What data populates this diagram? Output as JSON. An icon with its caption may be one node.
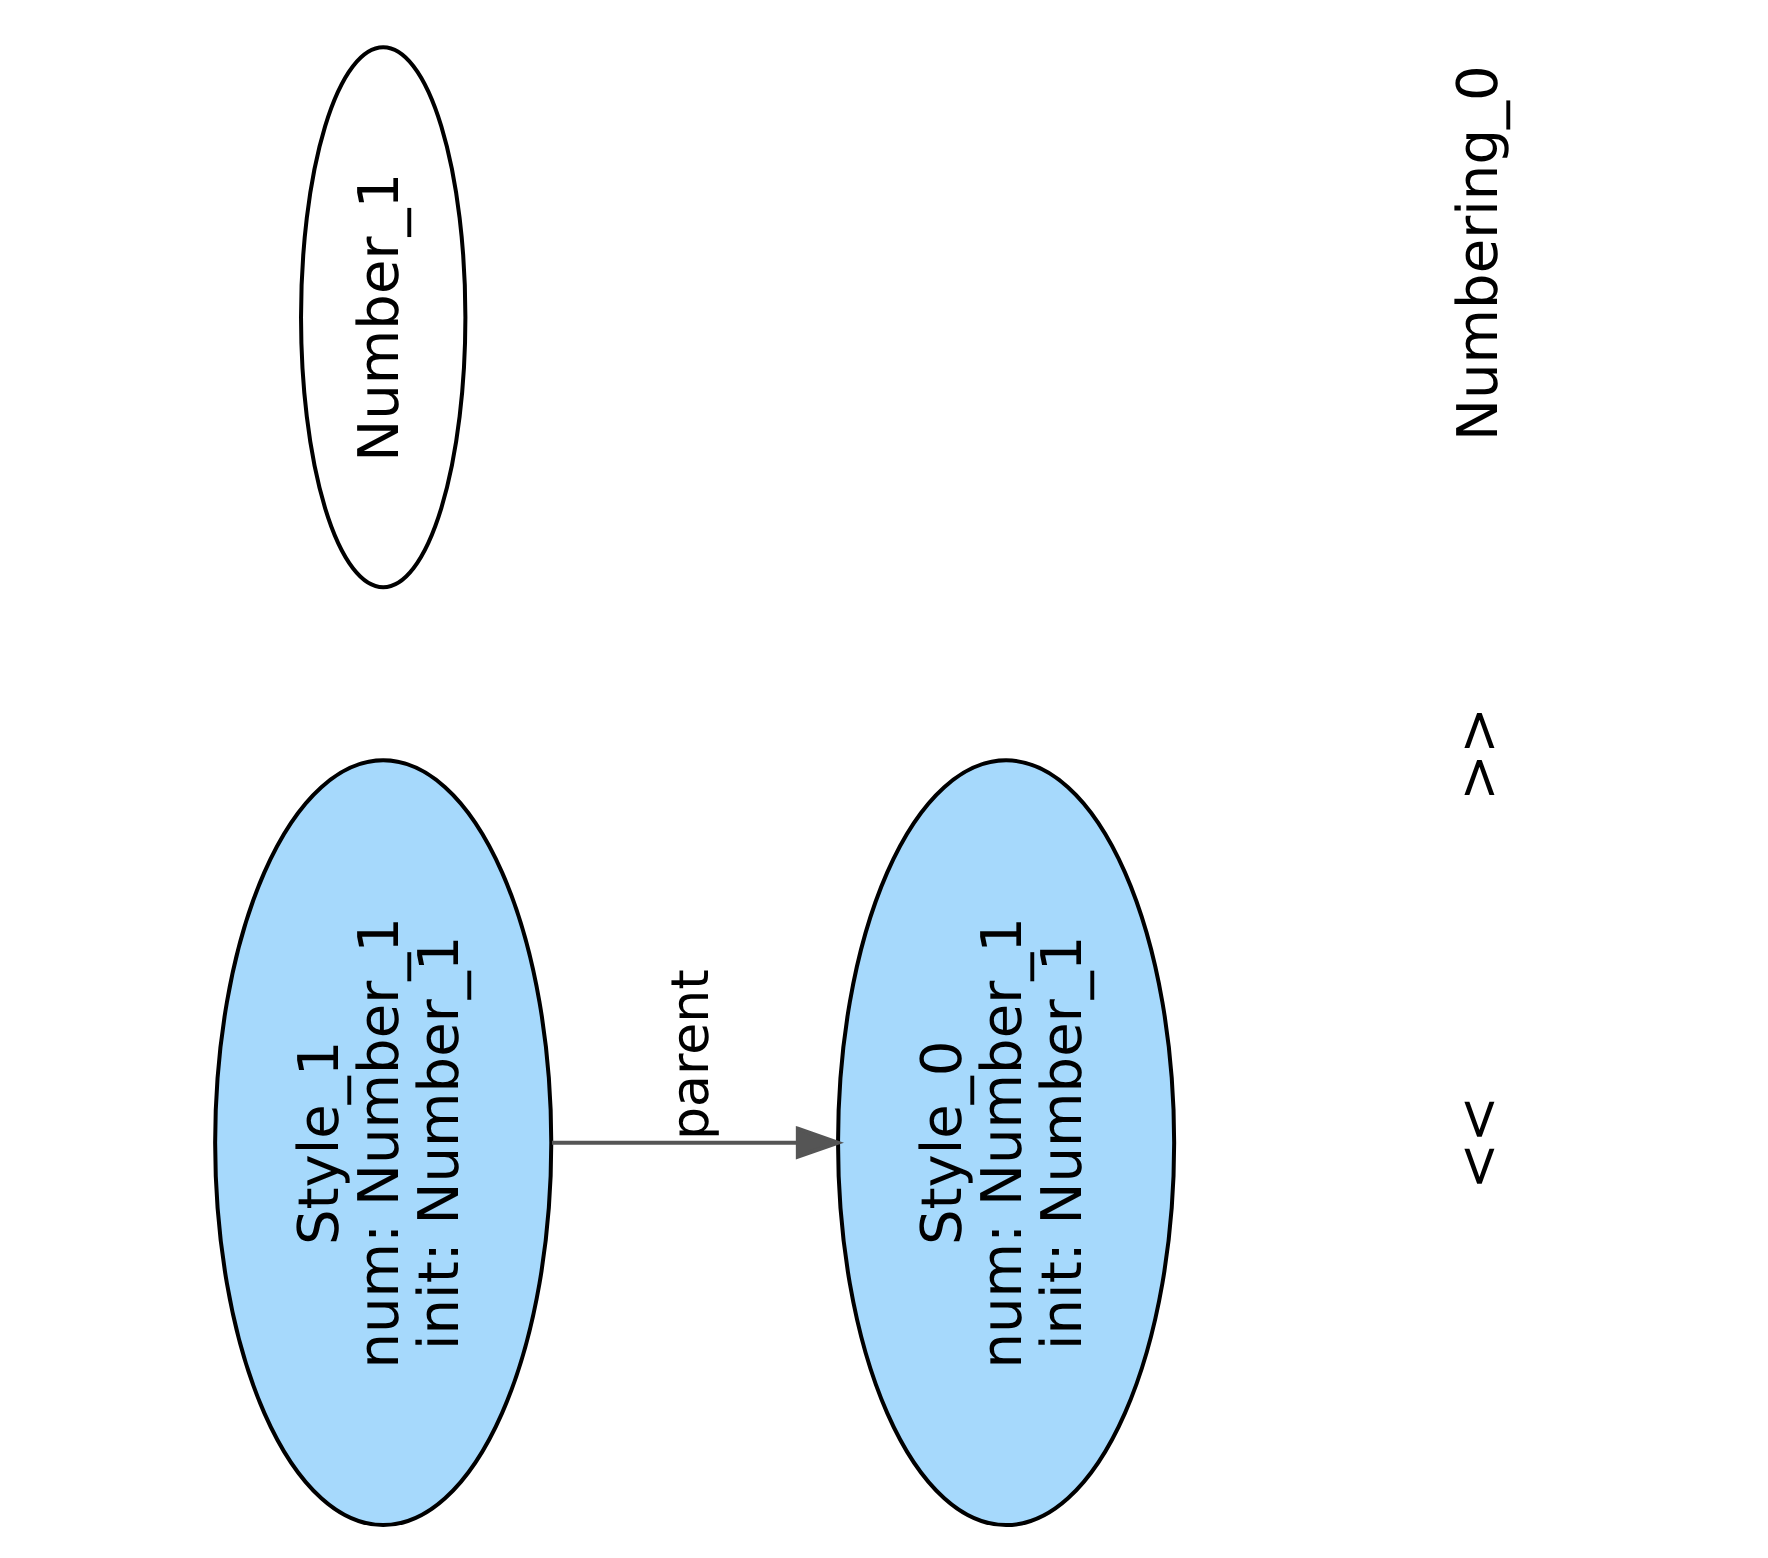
{
  "diagram": {
    "nodes": [
      {
        "text": [
          "Style_1",
          "num: Number_1",
          "init: Number_1"
        ]
      },
      {
        "text": [
          "Number_1"
        ]
      },
      {
        "text": [
          "Style_0",
          "num: Number_1",
          "init: Number_1"
        ]
      }
    ],
    "edges": [
      {
        "from": 0,
        "to": 2,
        "arrow": "to",
        "label": "parent"
      }
    ],
    "labels": [
      "<<",
      ">>",
      "Numbering_0"
    ]
  }
}
